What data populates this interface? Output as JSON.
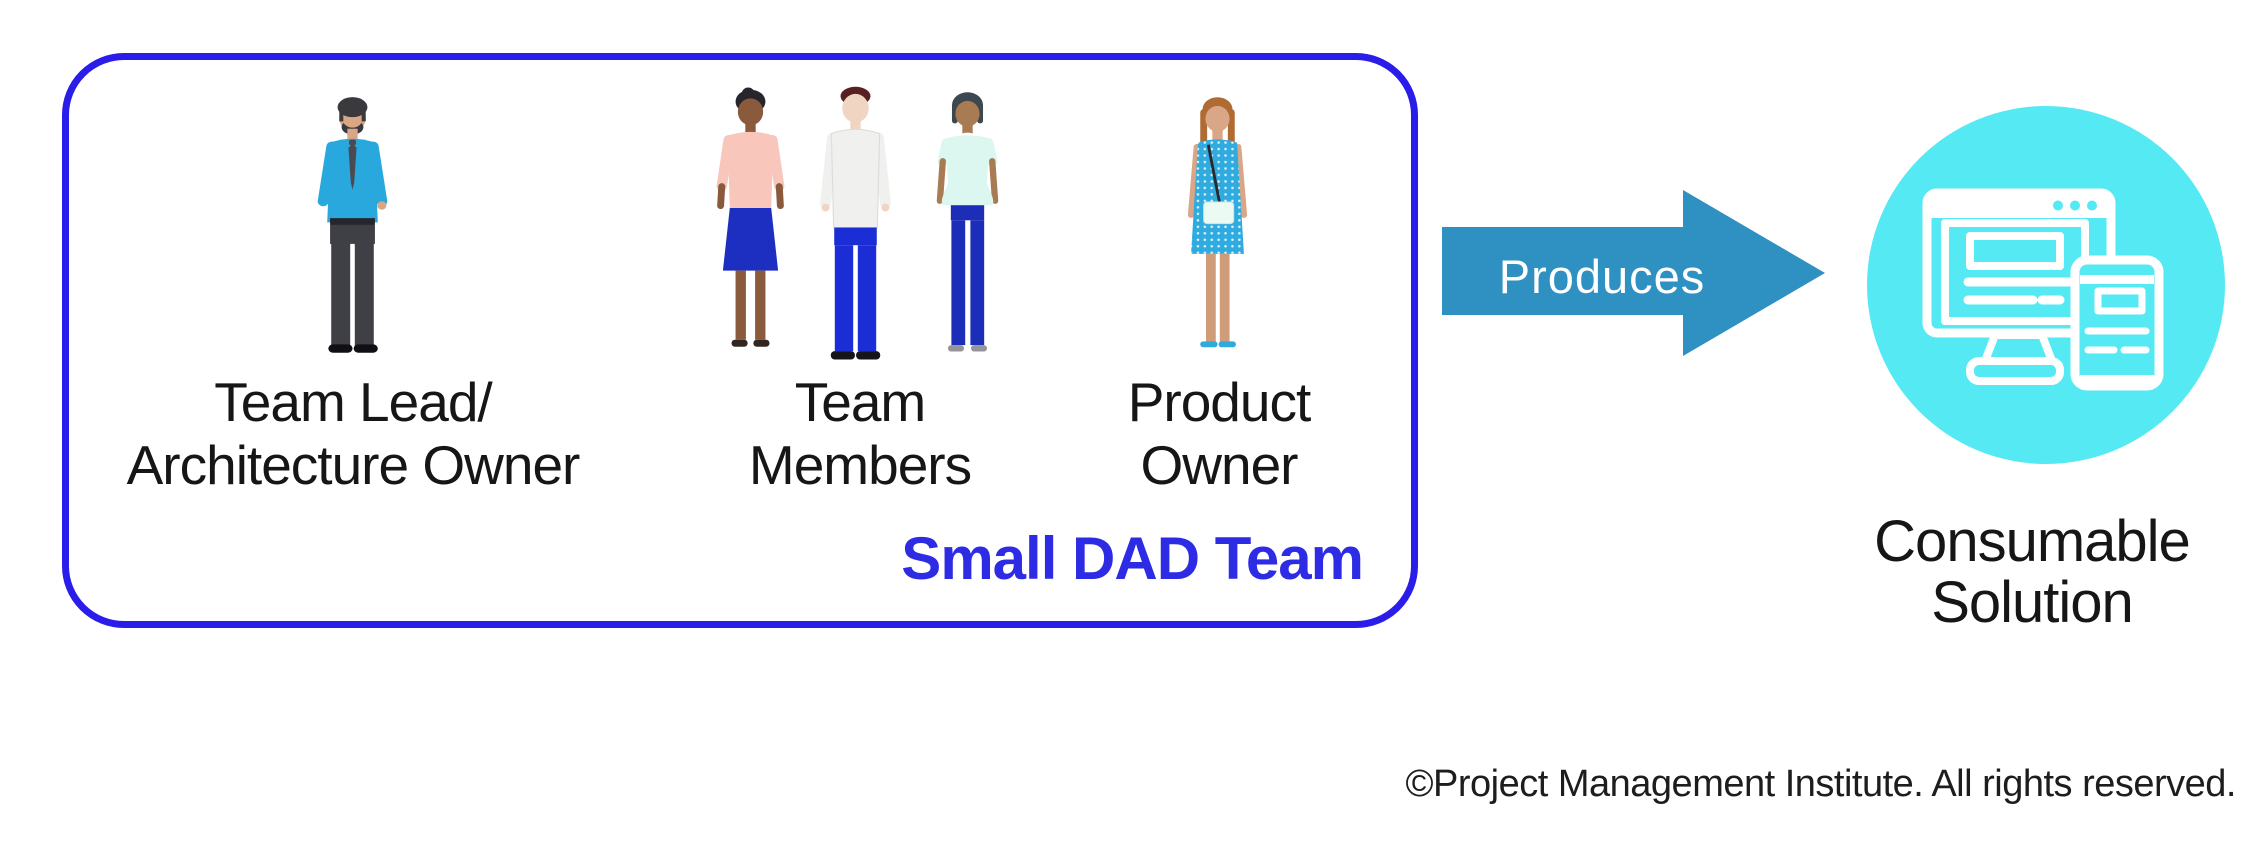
{
  "colors": {
    "box_border": "#2A1DE9",
    "box_label": "#2D2BE4",
    "arrow": "#2F90C2",
    "arrow_text": "#FFFFFF",
    "circle": "#55E9F3",
    "icon_stroke": "#FFFFFF",
    "label_text": "#161616"
  },
  "team_box": {
    "label": "Small DAD Team",
    "roles": [
      {
        "line1": "Team Lead/",
        "line2": "Architecture Owner",
        "figure": "man-in-blue-shirt-figure"
      },
      {
        "line1": "Team",
        "line2": "Members",
        "figure": "three-team-members-figures"
      },
      {
        "line1": "Product",
        "line2": "Owner",
        "figure": "woman-with-crossbody-bag-figure"
      }
    ]
  },
  "arrow": {
    "label": "Produces"
  },
  "solution": {
    "line1": "Consumable",
    "line2": "Solution",
    "icon": "desktop-and-mobile-devices-icon"
  },
  "footer": {
    "copyright": "©Project Management Institute. All rights reserved."
  }
}
